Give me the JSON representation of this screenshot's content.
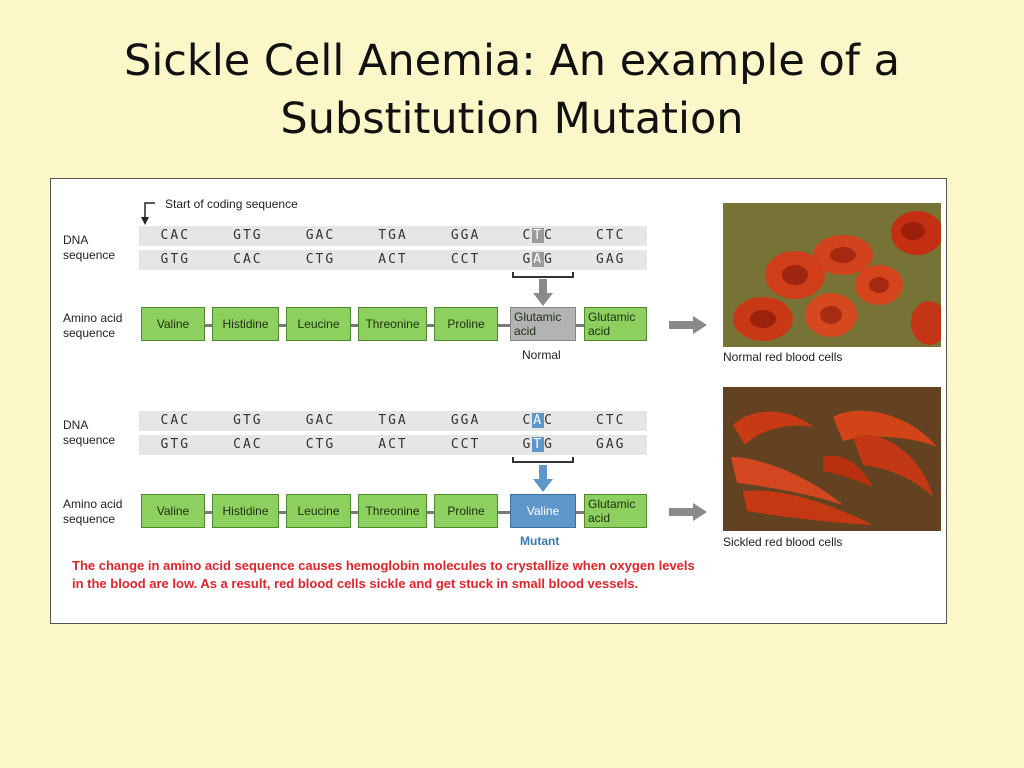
{
  "slide": {
    "title_line1": "Sickle Cell Anemia: An example of a",
    "title_line2": "Substitution Mutation"
  },
  "figure": {
    "start_label": "Start of coding sequence",
    "dna_label_line1": "DNA",
    "dna_label_line2": "sequence",
    "amino_label_line1": "Amino acid",
    "amino_label_line2": "sequence",
    "normal": {
      "top_codons": [
        "CAC",
        "GTG",
        "GAC",
        "TGA",
        "GGA",
        "",
        "CTC"
      ],
      "top_mut": {
        "pre": "C",
        "base": "T",
        "post": "C"
      },
      "bottom_codons": [
        "GTG",
        "CAC",
        "CTG",
        "ACT",
        "CCT",
        "",
        "GAG"
      ],
      "bottom_mut": {
        "pre": "G",
        "base": "A",
        "post": "G"
      },
      "amino_acids": [
        "Valine",
        "Histidine",
        "Leucine",
        "Threonine",
        "Proline"
      ],
      "changed_aa_line1": "Glutamic",
      "changed_aa_line2": "acid",
      "last_aa_line1": "Glutamic",
      "last_aa_line2": "acid",
      "label": "Normal",
      "photo_caption": "Normal red blood cells"
    },
    "mutant": {
      "top_codons": [
        "CAC",
        "GTG",
        "GAC",
        "TGA",
        "GGA",
        "",
        "CTC"
      ],
      "top_mut": {
        "pre": "C",
        "base": "A",
        "post": "C"
      },
      "bottom_codons": [
        "GTG",
        "CAC",
        "CTG",
        "ACT",
        "CCT",
        "",
        "GAG"
      ],
      "bottom_mut": {
        "pre": "G",
        "base": "T",
        "post": "G"
      },
      "amino_acids": [
        "Valine",
        "Histidine",
        "Leucine",
        "Threonine",
        "Proline"
      ],
      "changed_aa": "Valine",
      "last_aa_line1": "Glutamic",
      "last_aa_line2": "acid",
      "label": "Mutant",
      "photo_caption": "Sickled red blood cells"
    },
    "explanation_line1": "The change in amino acid sequence causes hemoglobin molecules to crystallize when oxygen levels",
    "explanation_line2": "in the blood are low. As a result, red blood cells sickle and get stuck in small blood vessels."
  },
  "colors": {
    "background": "#fcf7c9",
    "amino_green": "#8ed05f",
    "mutation_blue": "#5e97c9",
    "normal_gray": "#b3b3b3",
    "warning_red": "#e0252a"
  }
}
